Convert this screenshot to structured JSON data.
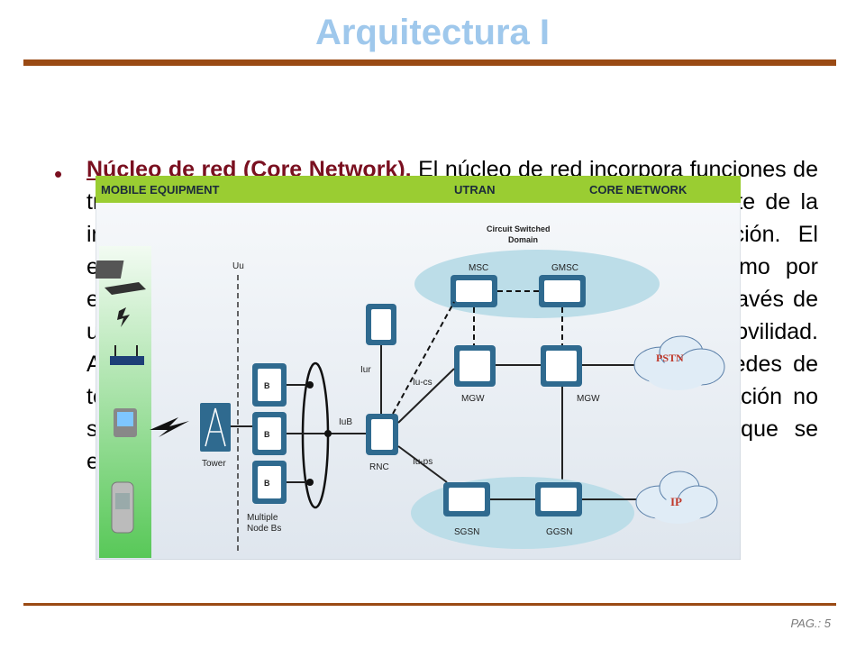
{
  "title": "Arquitectura I",
  "page_number": "PAG.: 5",
  "bullet": {
    "lead": "Núcleo de red (Core Network).",
    "text": " El núcleo de red incorpora funciones de transporte y de inteligencia. Las primeras soportan el transporte de la información de tráfico y señalización, incluida la conmutación. El encaminamiento reside en las funciones de inteligencia, como por ejemplo la lógica y el control de ciertos servicios ofrecidos a través de una serie de interfaces bien definidas; también la gestión de la movilidad. A través del núcleo de red, el UMTS se conecta con otras redes de telecomunicaciones, de forma que resulte posible la comunicación no sólo entre usuarios móviles UMTS, sino también con los que se encuentran conectados a otras redes."
  },
  "diagram": {
    "header": {
      "mobile_equipment": "MOBILE EQUIPMENT",
      "utran": "UTRAN",
      "core_network": "CORE NETWORK"
    },
    "interfaces": {
      "uu": "Uu",
      "iub": "IuB",
      "iur": "Iur",
      "iu_cs": "Iu-cs",
      "iu_ps": "Iu-ps"
    },
    "nodes": {
      "tower": "Tower",
      "node_b_glyph": "B",
      "multiple_node_bs": "Multiple Node Bs",
      "rnc": "RNC",
      "msc": "MSC",
      "gmsc": "GMSC",
      "mgw_1": "MGW",
      "mgw_2": "MGW",
      "sgsn": "SGSN",
      "ggsn": "GGSN",
      "circuit_switched_domain": "Circuit Switched Domain",
      "pstn": "PSTN",
      "ip": "IP"
    },
    "colors": {
      "header_bar": "#9acd32",
      "domain_ellipse": "#bcdde8",
      "node_box": "#2f6a8f",
      "cloud": "#e0ecf6",
      "cloud_text": "#c0392b"
    }
  }
}
